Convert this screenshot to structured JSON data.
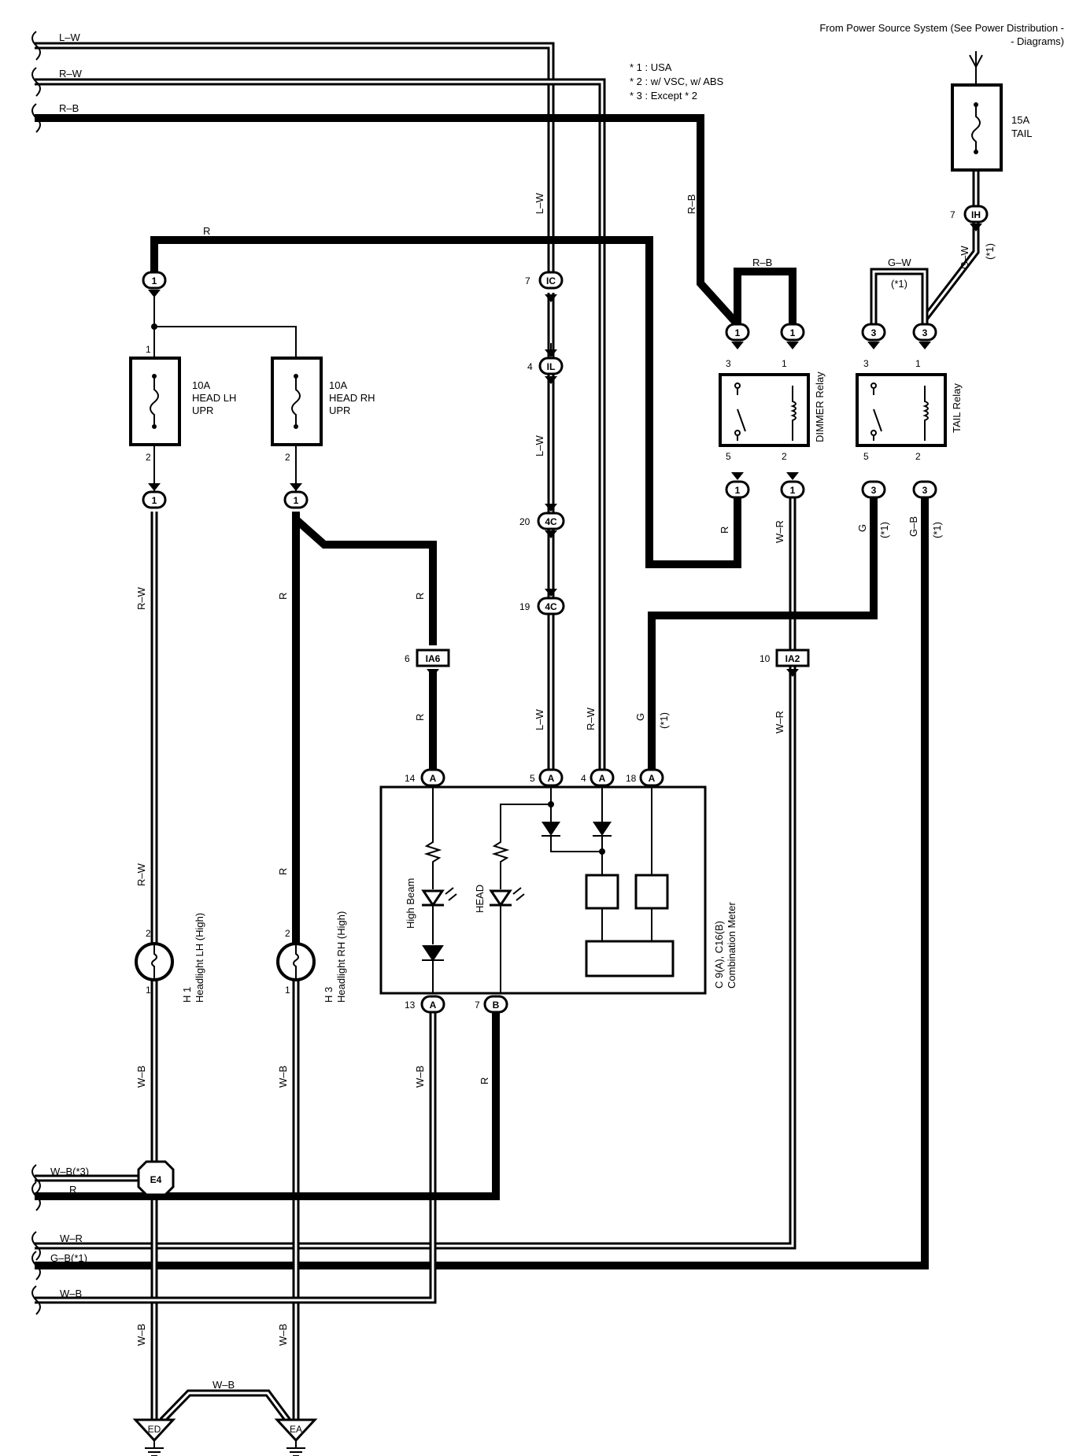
{
  "header": {
    "power_source_line1": "From Power Source System (See Power Distribution -",
    "power_source_line2": "- Diagrams)"
  },
  "notes": [
    "* 1 : USA",
    "* 2 : w/ VSC,  w/ ABS",
    "* 3 : Except * 2"
  ],
  "fuses": {
    "tail_amp": "15A",
    "tail_name": "TAIL",
    "lh_amp": "10A",
    "lh_name1": "HEAD LH",
    "lh_name2": "UPR",
    "rh_amp": "10A",
    "rh_name1": "HEAD RH",
    "rh_name2": "UPR"
  },
  "relays": {
    "dimmer": "DIMMER Relay",
    "tail": "TAIL Relay"
  },
  "meter": {
    "name_line1": "C 9(A), C16(B)",
    "name_line2": "Combination Meter",
    "high_beam": "High Beam",
    "head": "HEAD"
  },
  "headlights": {
    "lh_id": "H 1",
    "lh_name": "Headlight LH (High)",
    "rh_id": "H 3",
    "rh_name": "Headlight RH (High)"
  },
  "connectors": {
    "ih": "IH",
    "ic": "IC",
    "il": "IL",
    "c4": "4C",
    "ia6": "IA6",
    "ia2": "IA2",
    "one": "1",
    "three": "3",
    "a": "A",
    "b": "B",
    "e4": "E4",
    "ed": "ED",
    "ea": "EA"
  },
  "pins": {
    "p1": "1",
    "p2": "2",
    "p3": "3",
    "p4": "4",
    "p5": "5",
    "p6": "6",
    "p7": "7",
    "p10": "10",
    "p13": "13",
    "p14": "14",
    "p18": "18",
    "p19": "19",
    "p20": "20"
  },
  "wires": {
    "lw": "L–W",
    "rw": "R–W",
    "rb": "R–B",
    "r": "R",
    "gw": "G–W",
    "g": "G",
    "wr": "W–R",
    "gb": "G–B",
    "wb": "W–B",
    "wb3": "W–B(*3)",
    "gb1": "G–B(*1)",
    "star1": "(*1)"
  }
}
